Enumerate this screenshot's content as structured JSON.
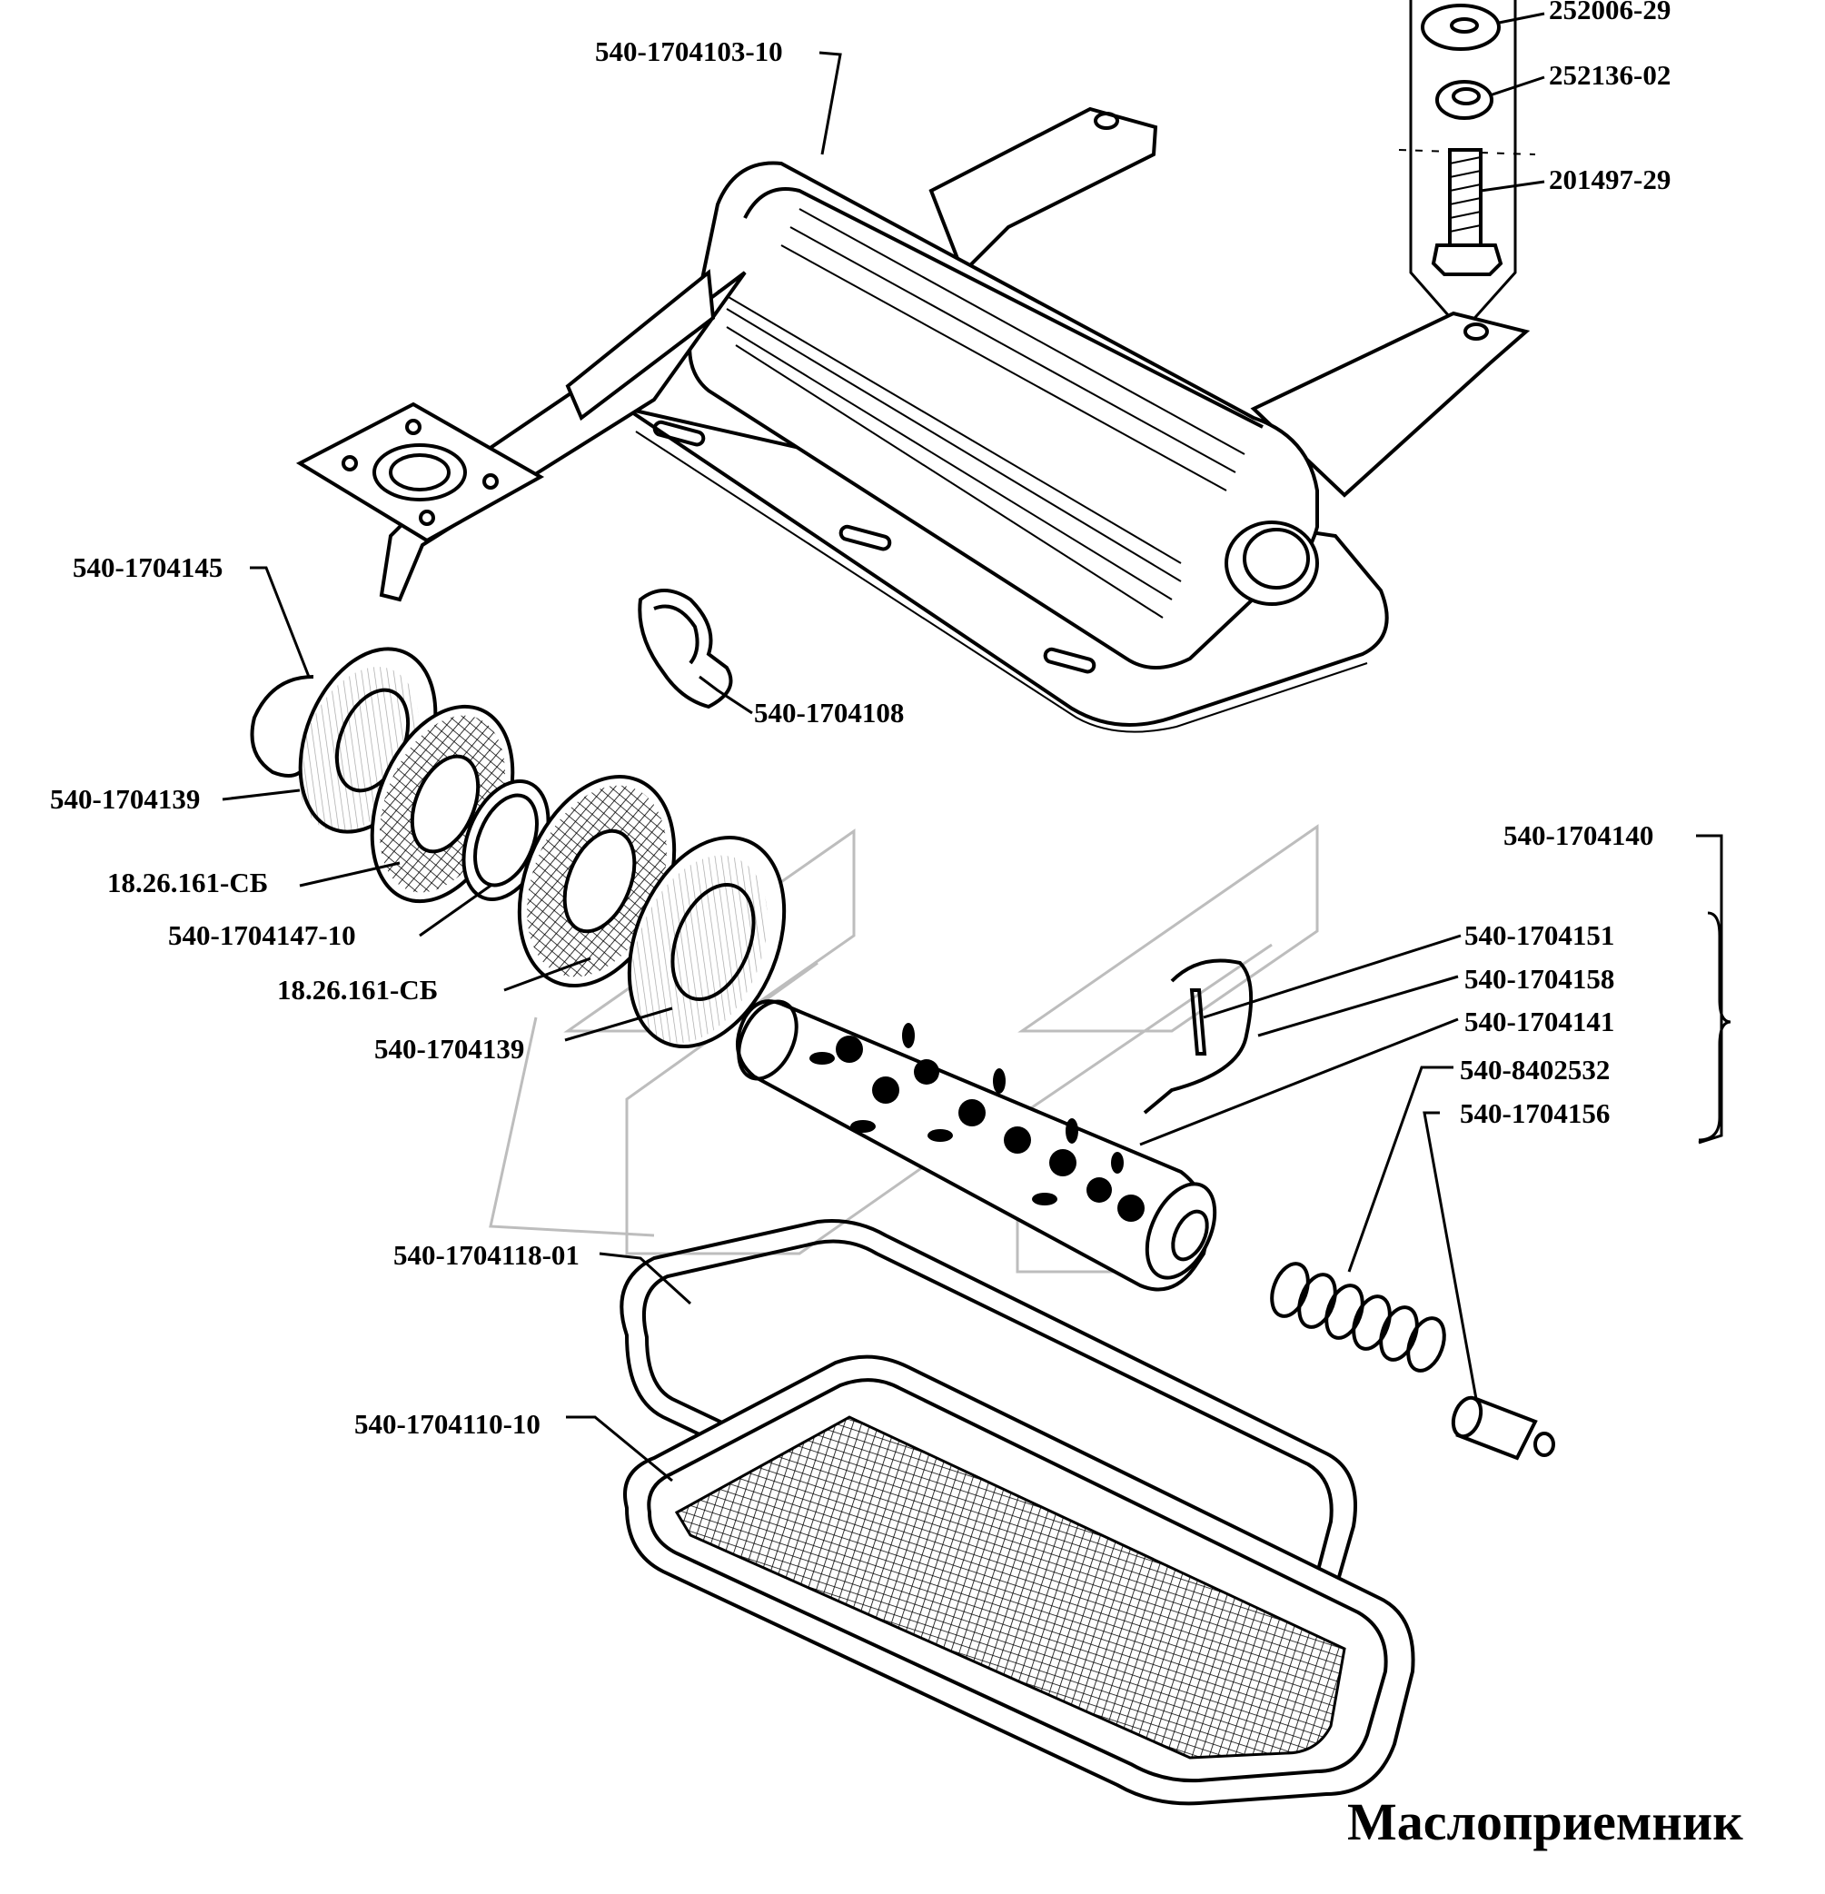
{
  "title": "Маслоприемник",
  "callouts": [
    {
      "id": "c1",
      "text": "252006-29"
    },
    {
      "id": "c2",
      "text": "252136-02"
    },
    {
      "id": "c3",
      "text": "201497-29"
    },
    {
      "id": "c4",
      "text": "540-1704103-10"
    },
    {
      "id": "c5",
      "text": "540-1704145"
    },
    {
      "id": "c6",
      "text": "540-1704108"
    },
    {
      "id": "c7",
      "text": "540-1704139"
    },
    {
      "id": "c8",
      "text": "18.26.161-СБ"
    },
    {
      "id": "c9",
      "text": "540-1704147-10"
    },
    {
      "id": "c10",
      "text": "18.26.161-СБ"
    },
    {
      "id": "c11",
      "text": "540-1704139"
    },
    {
      "id": "c12",
      "text": "540-1704140"
    },
    {
      "id": "c13",
      "text": "540-1704151"
    },
    {
      "id": "c14",
      "text": "540-1704158"
    },
    {
      "id": "c15",
      "text": "540-1704141"
    },
    {
      "id": "c16",
      "text": "540-8402532"
    },
    {
      "id": "c17",
      "text": "540-1704156"
    },
    {
      "id": "c18",
      "text": "540-1704118-01"
    },
    {
      "id": "c19",
      "text": "540-1704110-10"
    }
  ]
}
